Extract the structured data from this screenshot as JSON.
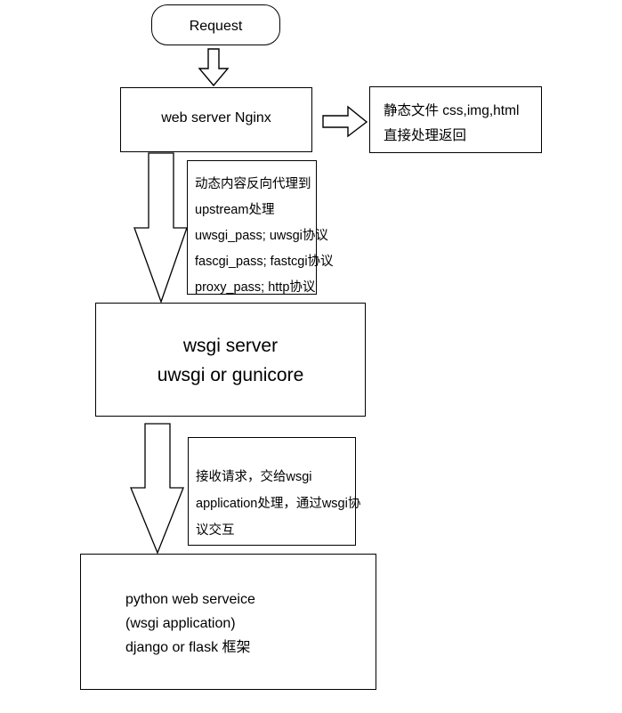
{
  "diagram": {
    "title": "Nginx / uWSGI / Python web service request flow",
    "background_color": "#ffffff",
    "stroke_color": "#000000",
    "text_color": "#000000"
  },
  "nodes": {
    "request": {
      "label": "Request",
      "shape": "rounded-rectangle"
    },
    "web_server": {
      "label": "web server Nginx",
      "shape": "rectangle"
    },
    "static_files": {
      "shape": "rectangle",
      "lines": [
        "静态文件  css,img,html",
        "直接处理返回"
      ]
    },
    "wsgi_server": {
      "shape": "rectangle",
      "lines": [
        "wsgi server",
        "uwsgi  or gunicore"
      ]
    },
    "python_app": {
      "shape": "rectangle",
      "lines": [
        "python web serveice",
        "(wsgi application)",
        " django or flask 框架"
      ]
    }
  },
  "annotations": {
    "nginx_upstream": {
      "lines": [
        "动态内容反向代理到",
        "upstream处理",
        "uwsgi_pass; uwsgi协议",
        "fascgi_pass; fastcgi协议",
        "proxy_pass; http协议"
      ]
    },
    "wsgi_app": {
      "lines": [
        "接收请求，交给wsgi",
        "application处理，通过wsgi协",
        "议交互"
      ]
    }
  },
  "arrows": {
    "request_to_nginx": {
      "direction": "down",
      "style": "block-arrow"
    },
    "nginx_to_static": {
      "direction": "right",
      "style": "block-arrow"
    },
    "nginx_to_wsgi": {
      "direction": "down",
      "style": "long-tapered-arrow"
    },
    "wsgi_to_app": {
      "direction": "down",
      "style": "long-tapered-arrow"
    }
  }
}
